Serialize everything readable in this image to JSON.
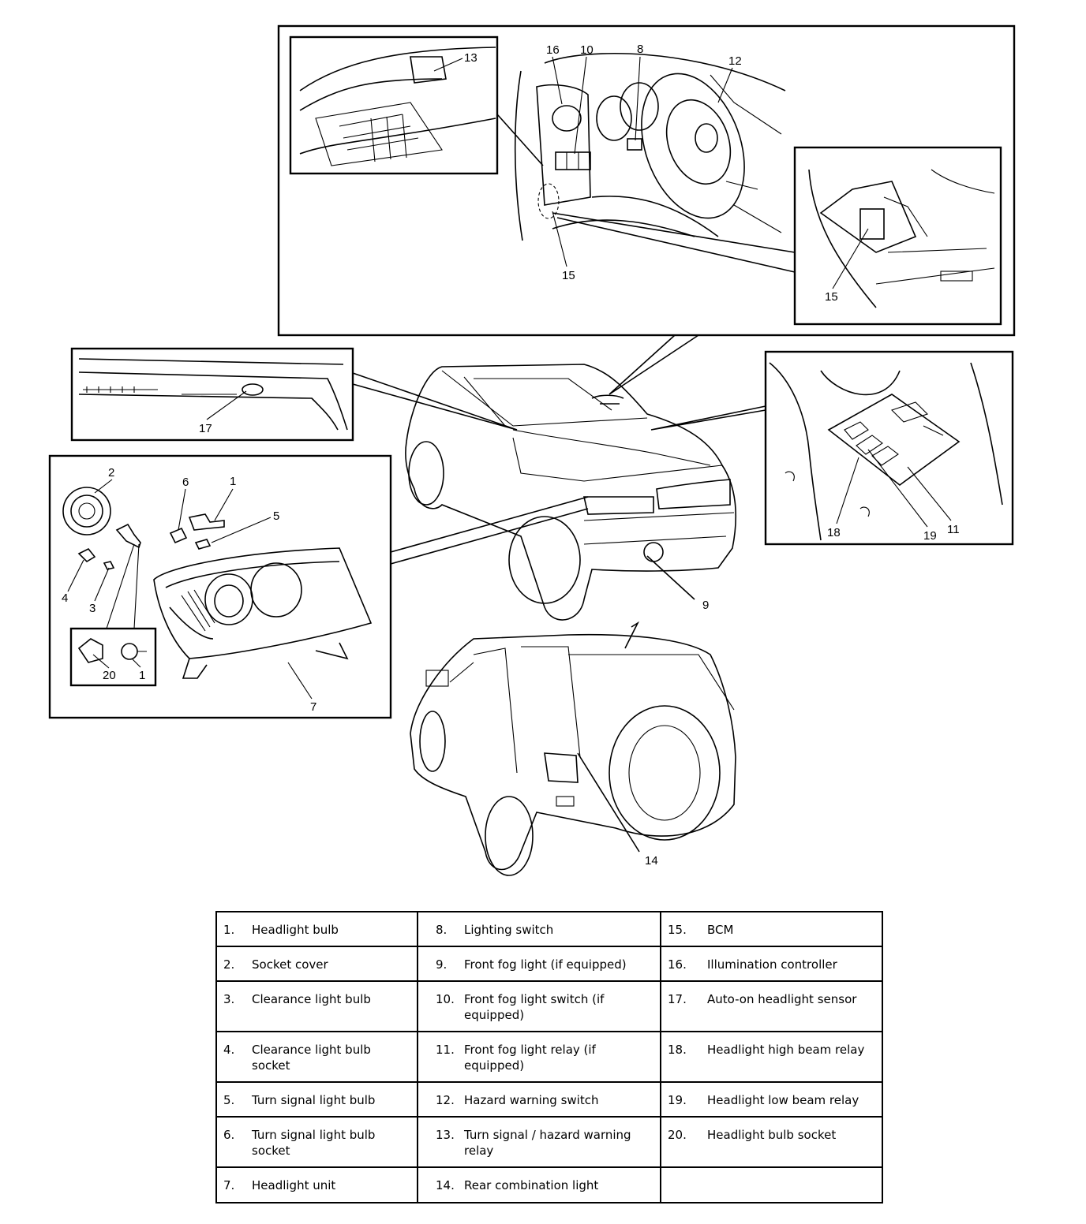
{
  "callouts": {
    "c1a": "1",
    "c1b": "1",
    "c2": "2",
    "c3": "3",
    "c4": "4",
    "c5": "5",
    "c6": "6",
    "c7": "7",
    "c8": "8",
    "c9": "9",
    "c10": "10",
    "c11": "11",
    "c12": "12",
    "c13": "13",
    "c14": "14",
    "c15a": "15",
    "c15b": "15",
    "c16": "16",
    "c17": "17",
    "c18": "18",
    "c19": "19",
    "c20": "20"
  },
  "legend": {
    "rows": [
      [
        {
          "num": "1.",
          "label": "Headlight bulb"
        },
        {
          "num": "8.",
          "label": "Lighting switch"
        },
        {
          "num": "15.",
          "label": "BCM"
        }
      ],
      [
        {
          "num": "2.",
          "label": "Socket cover"
        },
        {
          "num": "9.",
          "label": "Front fog light (if equipped)"
        },
        {
          "num": "16.",
          "label": "Illumination controller"
        }
      ],
      [
        {
          "num": "3.",
          "label": "Clearance light bulb"
        },
        {
          "num": "10.",
          "label": "Front fog light switch (if equipped)"
        },
        {
          "num": "17.",
          "label": "Auto-on headlight sensor"
        }
      ],
      [
        {
          "num": "4.",
          "label": "Clearance light bulb socket"
        },
        {
          "num": "11.",
          "label": "Front fog light relay (if equipped)"
        },
        {
          "num": "18.",
          "label": "Headlight high beam relay"
        }
      ],
      [
        {
          "num": "5.",
          "label": "Turn signal light bulb"
        },
        {
          "num": "12.",
          "label": "Hazard warning switch"
        },
        {
          "num": "19.",
          "label": "Headlight low beam relay"
        }
      ],
      [
        {
          "num": "6.",
          "label": "Turn signal light bulb socket"
        },
        {
          "num": "13.",
          "label": "Turn signal / hazard warning relay"
        },
        {
          "num": "20.",
          "label": "Headlight bulb socket"
        }
      ],
      [
        {
          "num": "7.",
          "label": "Headlight unit"
        },
        {
          "num": "14.",
          "label": "Rear combination light"
        },
        {
          "num": "",
          "label": ""
        }
      ]
    ]
  }
}
